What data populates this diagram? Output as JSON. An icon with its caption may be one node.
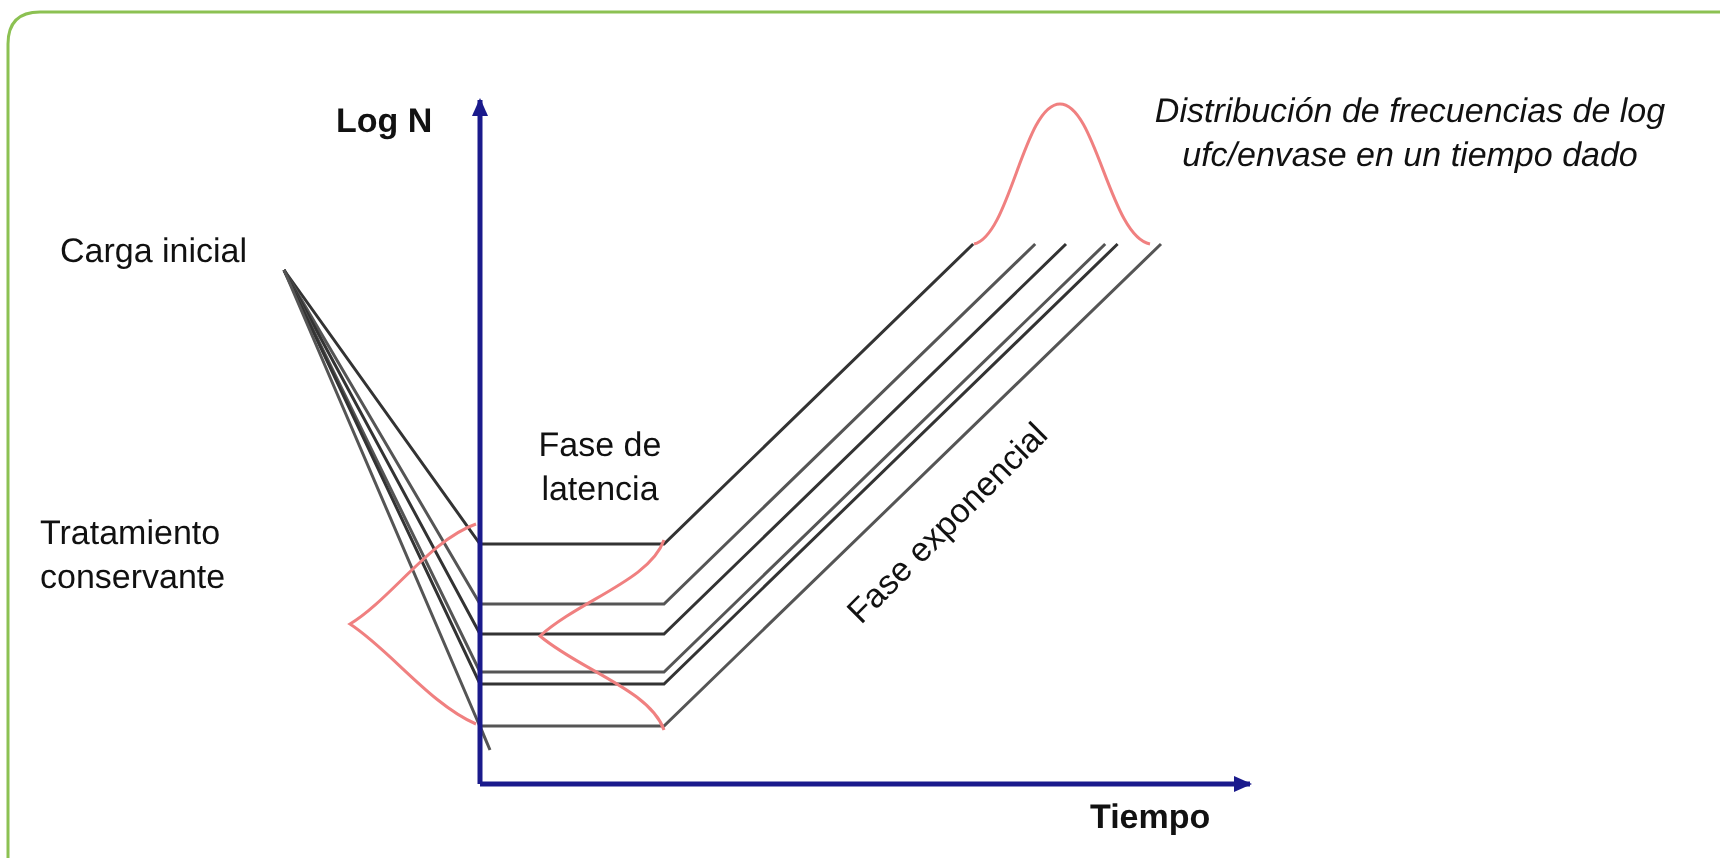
{
  "diagram": {
    "labels": [
      "Log N",
      "Distribución de frecuencias de log ufc/envase en un tiempo dado",
      "Carga inicial",
      "Fase de latencia",
      "Tratamiento conservante",
      "Fase exponencial",
      "Tiempo"
    ]
  }
}
